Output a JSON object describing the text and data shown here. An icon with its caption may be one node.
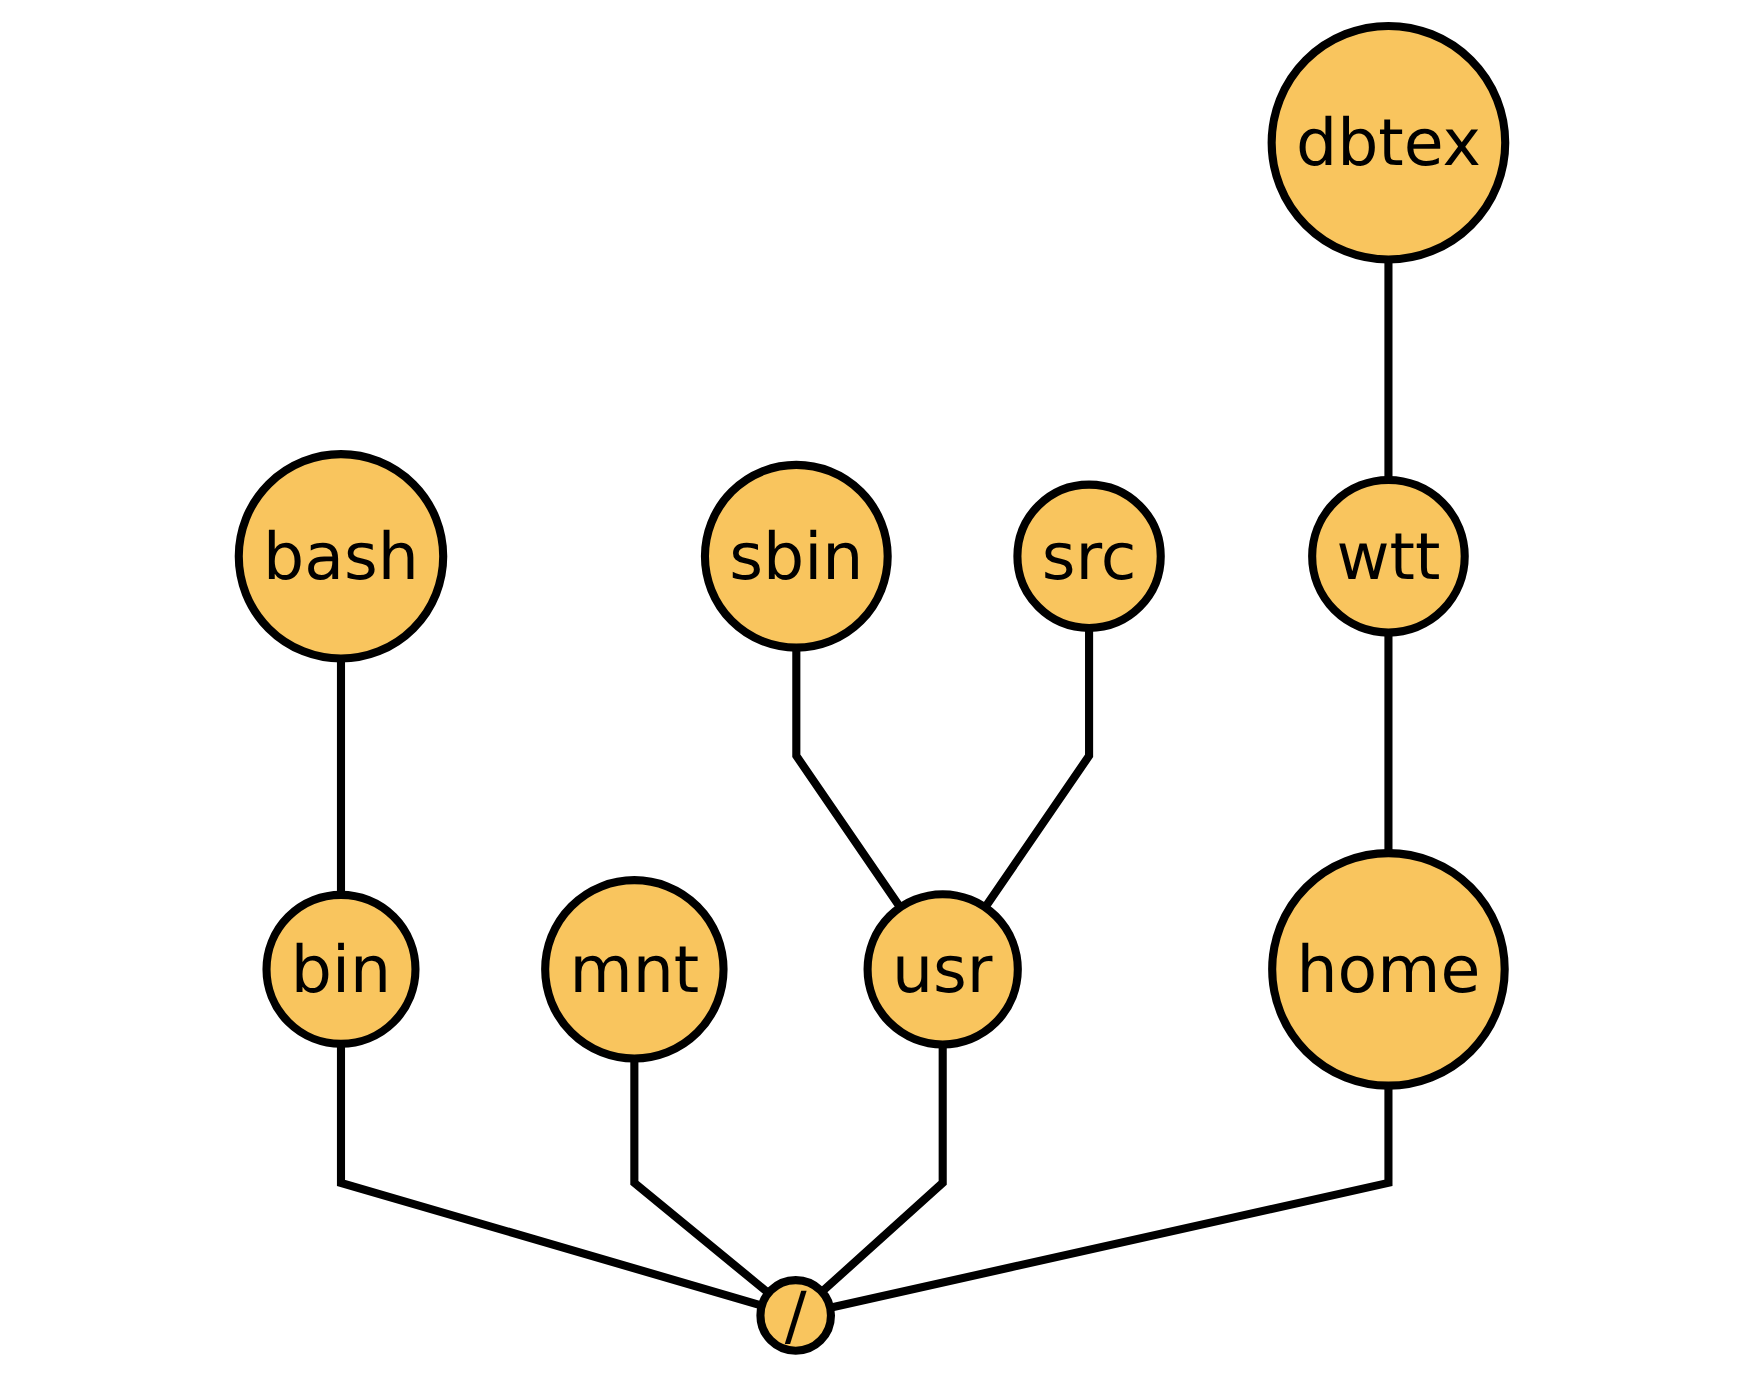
{
  "diagram": {
    "nodes": [
      {
        "text": [
          "dbtex"
        ]
      },
      {
        "text": [
          "bash"
        ]
      },
      {
        "text": [
          "sbin"
        ]
      },
      {
        "text": [
          "src"
        ]
      },
      {
        "text": [
          "wtt"
        ]
      },
      {
        "text": [
          "bin"
        ]
      },
      {
        "text": [
          "mnt"
        ]
      },
      {
        "text": [
          "usr"
        ]
      },
      {
        "text": [
          "home"
        ]
      },
      {
        "text": [
          "/"
        ]
      }
    ],
    "edges": [
      {
        "from": 9,
        "to": 5,
        "arrow": "none"
      },
      {
        "from": 9,
        "to": 6,
        "arrow": "none"
      },
      {
        "from": 9,
        "to": 7,
        "arrow": "none"
      },
      {
        "from": 9,
        "to": 8,
        "arrow": "none"
      },
      {
        "from": 5,
        "to": 1,
        "arrow": "none"
      },
      {
        "from": 7,
        "to": 2,
        "arrow": "none"
      },
      {
        "from": 7,
        "to": 3,
        "arrow": "none"
      },
      {
        "from": 8,
        "to": 4,
        "arrow": "none"
      },
      {
        "from": 4,
        "to": 0,
        "arrow": "none"
      }
    ]
  }
}
